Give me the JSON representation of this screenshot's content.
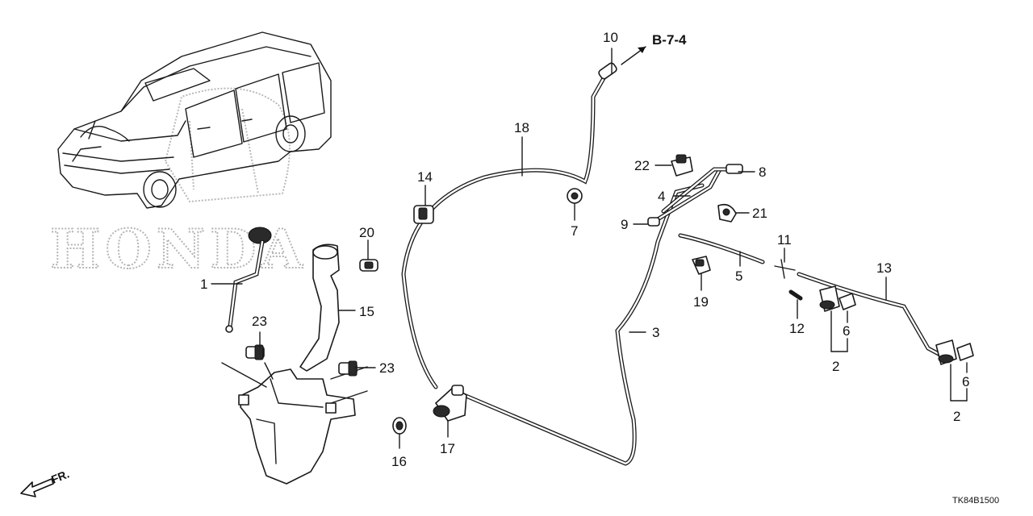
{
  "diagram": {
    "watermark": "HONDA",
    "reference_label": "B-7-4",
    "diagram_code": "TK84B1500",
    "direction_label": "FR.",
    "callouts": {
      "p1": "1",
      "p2a": "2",
      "p2b": "2",
      "p3": "3",
      "p4": "4",
      "p5": "5",
      "p6a": "6",
      "p6b": "6",
      "p7": "7",
      "p8": "8",
      "p9": "9",
      "p10": "10",
      "p11": "11",
      "p12": "12",
      "p13": "13",
      "p14": "14",
      "p15": "15",
      "p16": "16",
      "p17": "17",
      "p18": "18",
      "p19": "19",
      "p20": "20",
      "p21": "21",
      "p22": "22",
      "p23a": "23",
      "p23b": "23"
    }
  }
}
